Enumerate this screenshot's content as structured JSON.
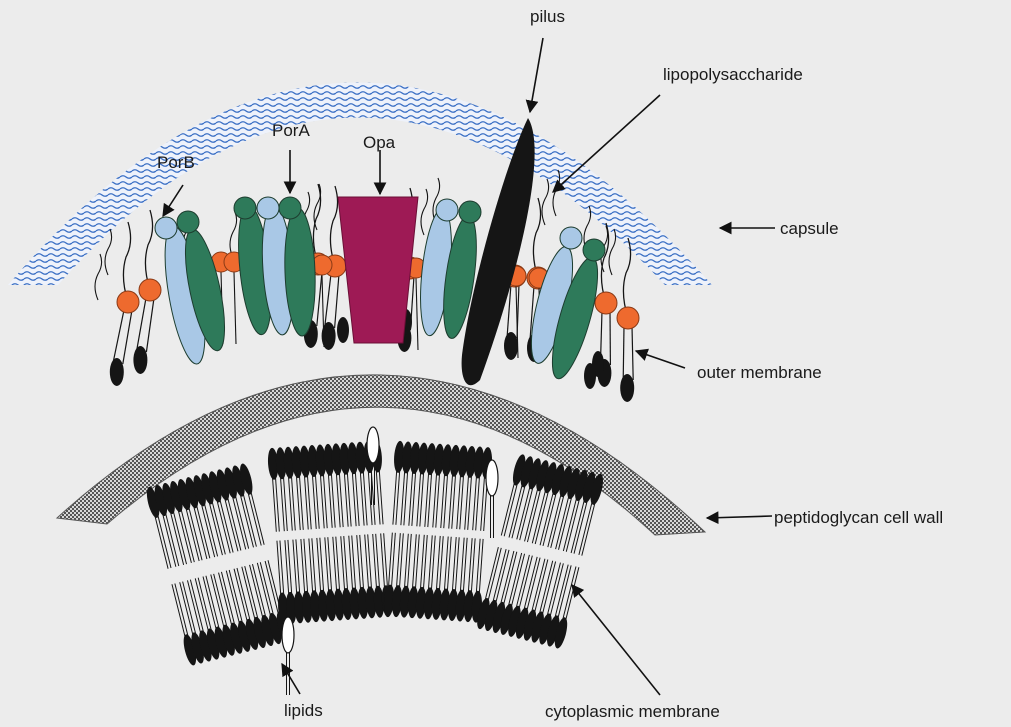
{
  "labels": {
    "pilus": "pilus",
    "lipopolysaccharide": "lipopolysaccharide",
    "porA": "PorA",
    "porB": "PorB",
    "opa": "Opa",
    "capsule": "capsule",
    "outer_membrane": "outer membrane",
    "peptidoglycan": "peptidoglycan cell wall",
    "lipids": "lipids",
    "cytoplasmic_membrane": "cytoplasmic membrane"
  },
  "colors": {
    "background": "#ececec",
    "capsule_wave": "#3a6fc4",
    "porB_light_blue": "#a9c8e6",
    "porA_green": "#2e7a5a",
    "opa_magenta": "#9e1a55",
    "lps_orange": "#ee6a2e",
    "lipid_black": "#151515",
    "peptidoglycan_gray": "#6d6d6d"
  }
}
